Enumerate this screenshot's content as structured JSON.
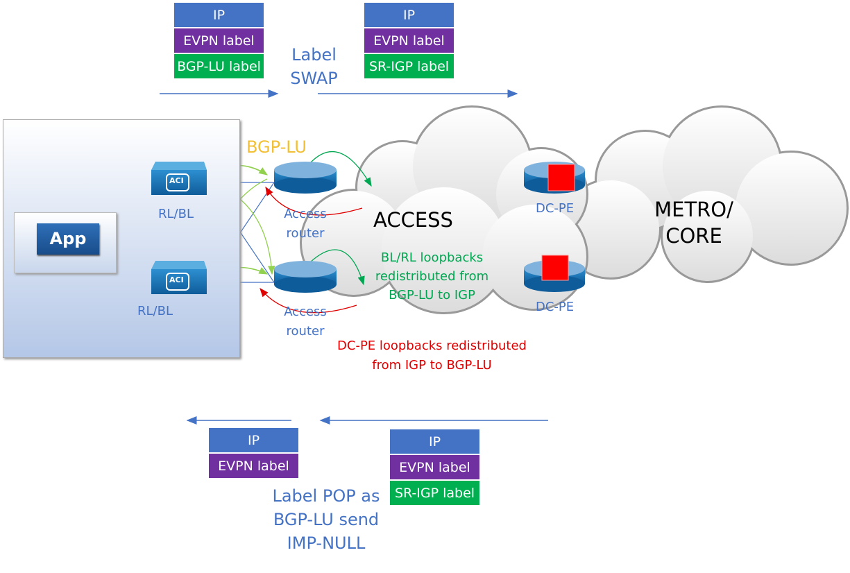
{
  "top_stacks": [
    {
      "labels": [
        "IP",
        "EVPN label",
        "BGP-LU label"
      ]
    },
    {
      "labels": [
        "IP",
        "EVPN label",
        "SR-IGP label"
      ]
    }
  ],
  "bottom_stacks": [
    {
      "labels": [
        "IP",
        "EVPN label"
      ]
    },
    {
      "labels": [
        "IP",
        "EVPN label",
        "SR-IGP label"
      ]
    }
  ],
  "texts": {
    "label_swap": [
      "Label",
      "SWAP"
    ],
    "label_pop": [
      "Label POP as",
      "BGP-LU send",
      "IMP-NULL"
    ],
    "bgp_lu": "BGP-LU",
    "rl_bl_top": "RL/BL",
    "rl_bl_bottom": "RL/BL",
    "access_router_top": [
      "Access",
      "router"
    ],
    "access_router_bottom": [
      "Access",
      "router"
    ],
    "access": "ACCESS",
    "metro": [
      "METRO/",
      "CORE"
    ],
    "dc_pe_top": "DC-PE",
    "dc_pe_bottom": "DC-PE",
    "bl_rl_note": [
      "BL/RL loopbacks",
      "redistributed from",
      "BGP-LU to IGP"
    ],
    "dc_pe_note": [
      "DC-PE loopbacks redistributed",
      "from IGP to BGP-LU"
    ],
    "app": "App",
    "aci": "ACI"
  },
  "colors": {
    "ip": "#4472C4",
    "evpn": "#7030A0",
    "green_label": "#00B050",
    "bgp_lu": "#F2C037",
    "dc_pe_marker": "#FF0000"
  }
}
